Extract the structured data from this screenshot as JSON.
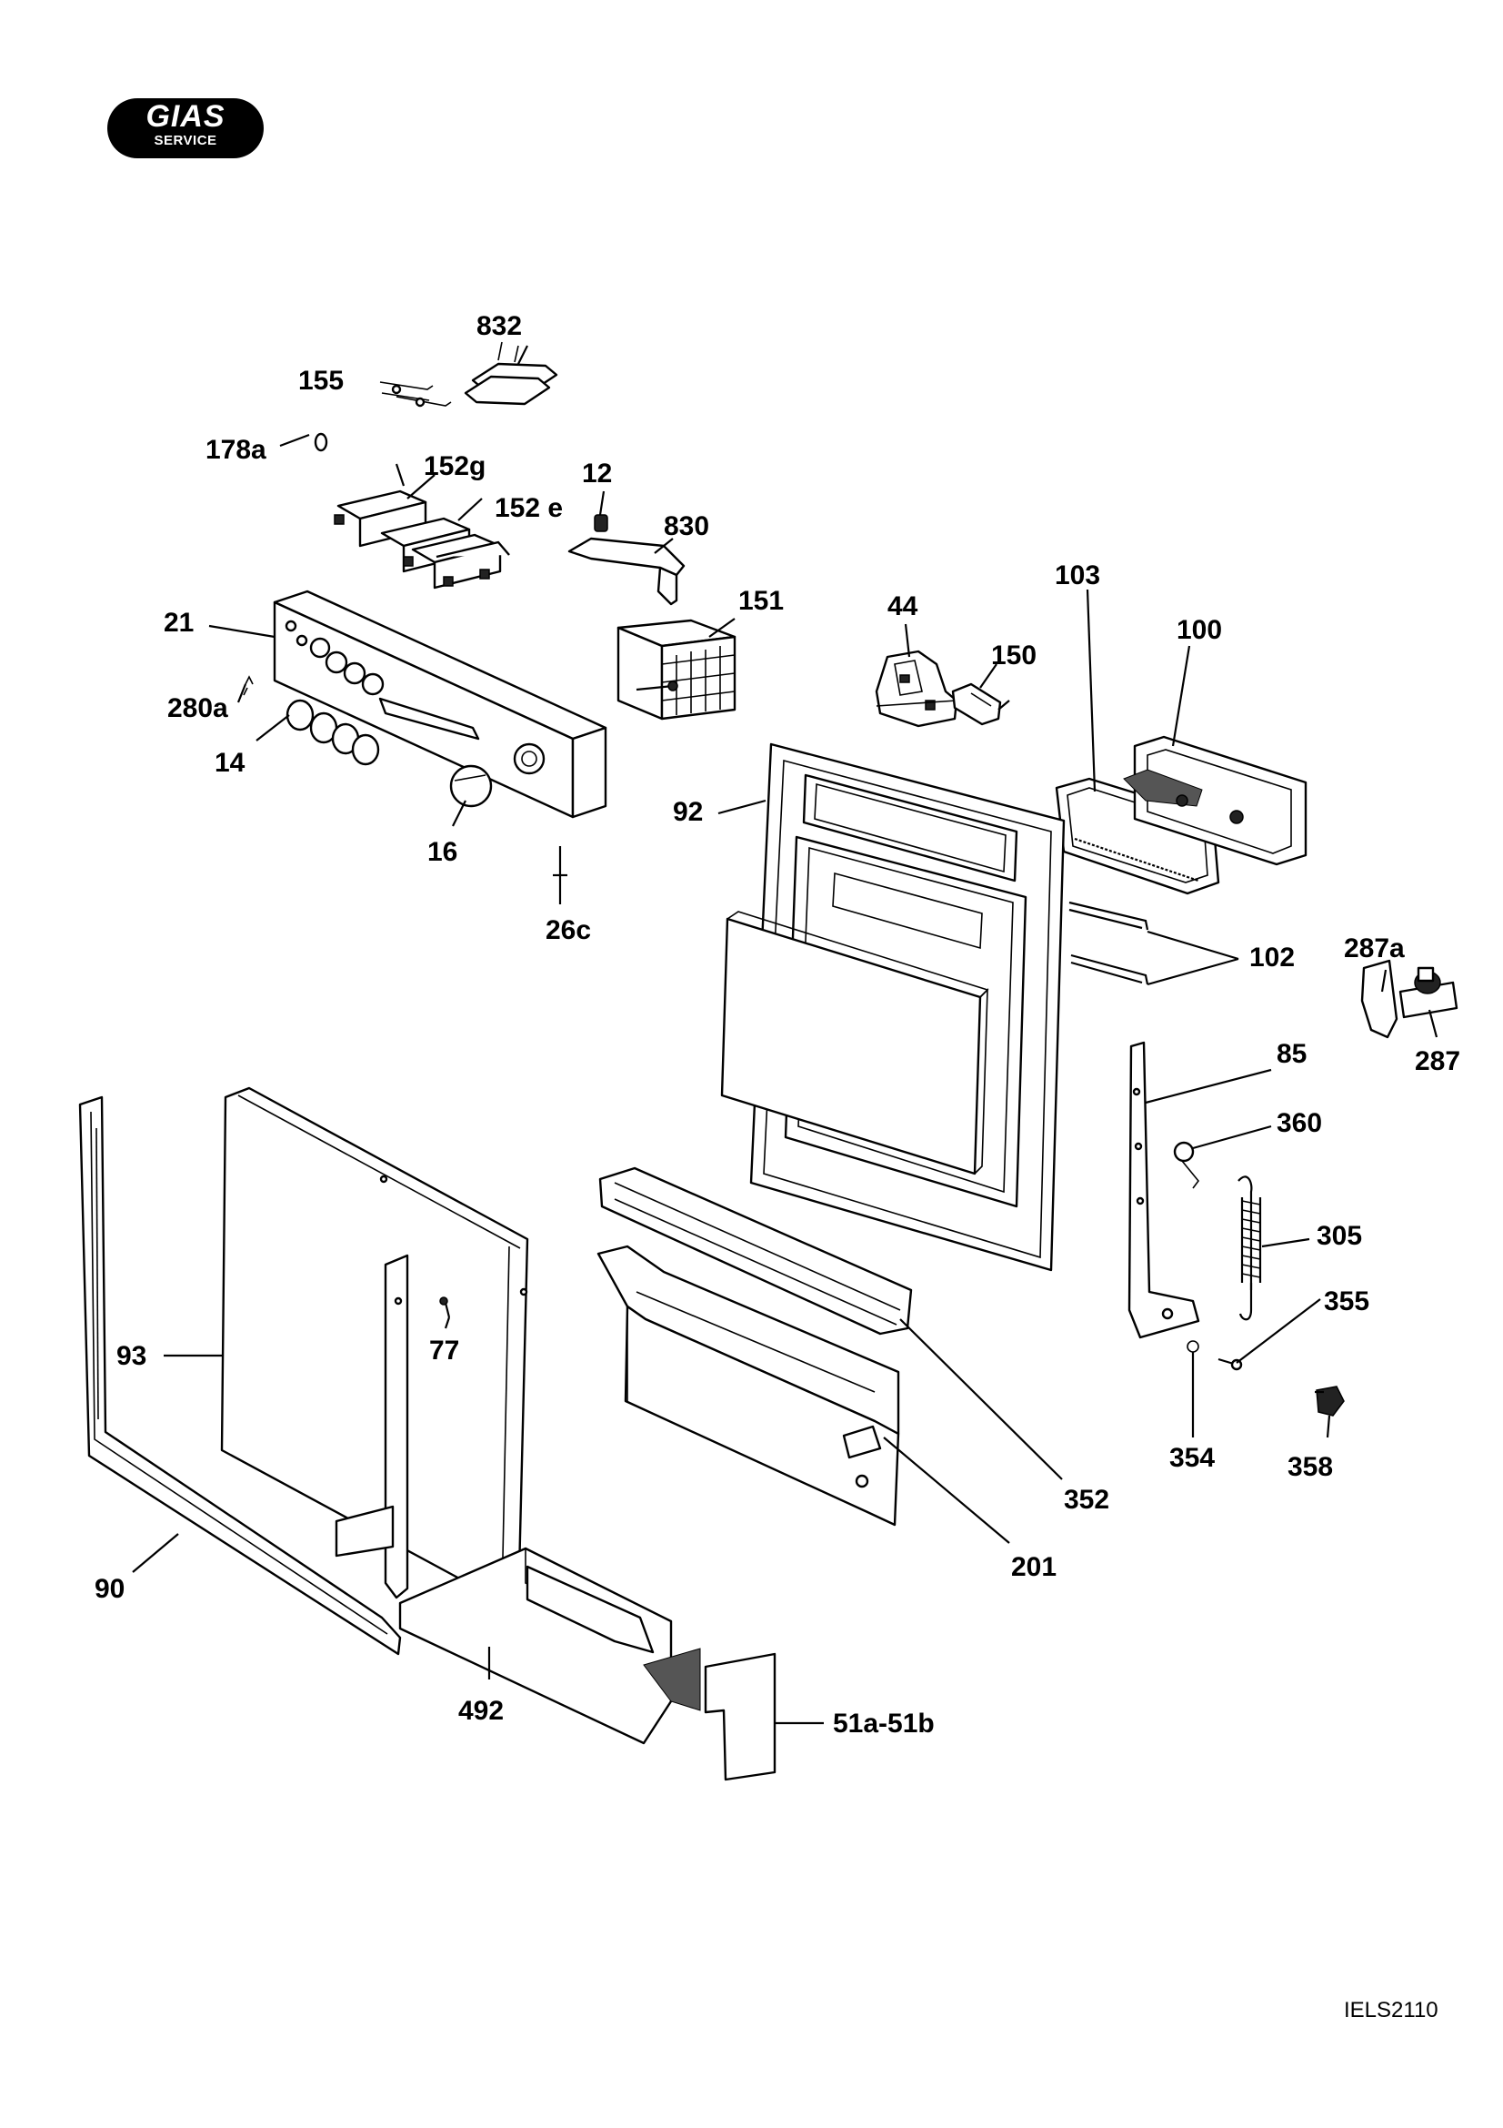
{
  "logo": {
    "brand": "GIAS",
    "sub": "SERVICE"
  },
  "document_code": "IELS2110",
  "labels": {
    "p832": "832",
    "p155": "155",
    "p178a": "178a",
    "p152g": "152g",
    "p12": "12",
    "p152e": "152 e",
    "p830": "830",
    "p151": "151",
    "p44": "44",
    "p103": "103",
    "p100": "100",
    "p21": "21",
    "p150": "150",
    "p280a": "280a",
    "p14": "14",
    "p92": "92",
    "p16": "16",
    "p26c": "26c",
    "p102": "102",
    "p287a": "287a",
    "p287": "287",
    "p85": "85",
    "p360": "360",
    "p305": "305",
    "p355": "355",
    "p93": "93",
    "p77": "77",
    "p354": "354",
    "p358": "358",
    "p352": "352",
    "p201": "201",
    "p90": "90",
    "p492": "492",
    "p51": "51a-51b"
  }
}
